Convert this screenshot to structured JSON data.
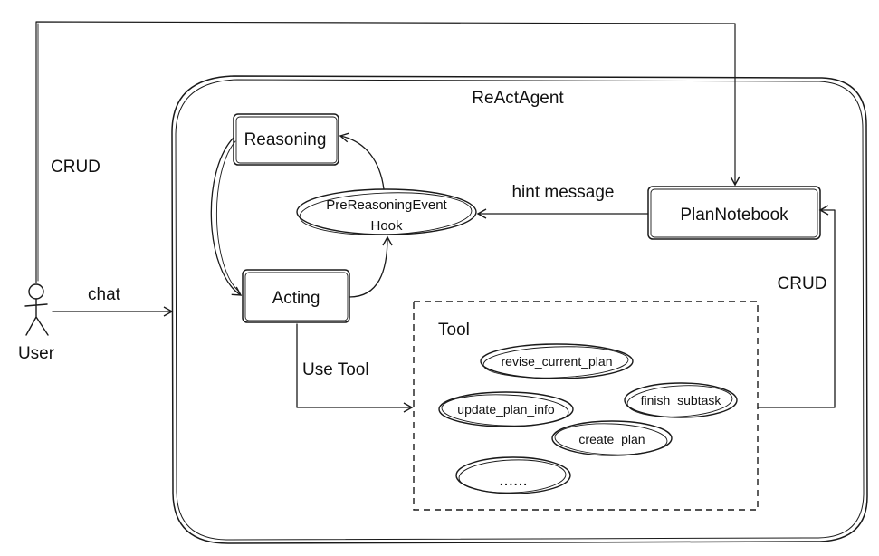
{
  "title": "ReActAgent",
  "nodes": {
    "reasoning": "Reasoning",
    "acting": "Acting",
    "hook_line1": "PreReasoningEvent",
    "hook_line2": "Hook",
    "plan_notebook": "PlanNotebook",
    "user": "User",
    "tool_group": "Tool"
  },
  "tools": [
    "revise_current_plan",
    "update_plan_info",
    "finish_subtask",
    "create_plan",
    "......"
  ],
  "edges": {
    "crud_top": "CRUD",
    "chat": "chat",
    "hint_message": "hint message",
    "crud_right": "CRUD",
    "use_tool": "Use Tool"
  }
}
